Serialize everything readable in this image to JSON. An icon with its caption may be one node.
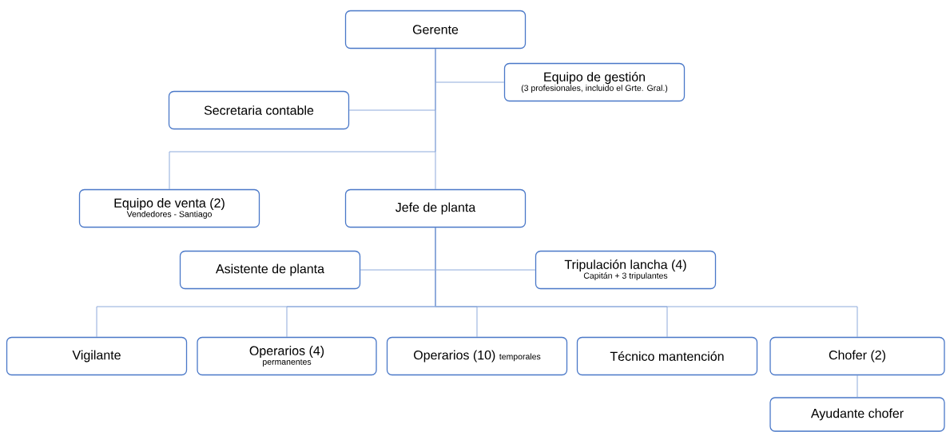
{
  "diagram": {
    "nodes": [
      {
        "text": [
          "Gerente"
        ]
      },
      {
        "text": [
          "Equipo de gestión",
          "(3 profesionales, incluido el Grte. Gral.)"
        ]
      },
      {
        "text": [
          "Secretaria contable"
        ]
      },
      {
        "text": [
          "Equipo de venta (2)",
          "Vendedores - Santiago"
        ]
      },
      {
        "text": [
          "Jefe de planta"
        ]
      },
      {
        "text": [
          "Asistente de planta"
        ]
      },
      {
        "text": [
          "Tripulación lancha (4)",
          "Capitán + 3 tripulantes"
        ]
      },
      {
        "text": [
          "Vigilante"
        ]
      },
      {
        "text": [
          "Operarios (4)",
          "permanentes"
        ]
      },
      {
        "text": [
          "Operarios (10)",
          "temporales"
        ]
      },
      {
        "text": [
          "Técnico mantención"
        ]
      },
      {
        "text": [
          "Chofer (2)"
        ]
      },
      {
        "text": [
          "Ayudante chofer"
        ]
      }
    ],
    "edges": [
      {
        "from": 0,
        "to": 1,
        "arrow": "none"
      },
      {
        "from": 0,
        "to": 2,
        "arrow": "none"
      },
      {
        "from": 0,
        "to": 3,
        "arrow": "none"
      },
      {
        "from": 0,
        "to": 4,
        "arrow": "none"
      },
      {
        "from": 4,
        "to": 5,
        "arrow": "none"
      },
      {
        "from": 4,
        "to": 6,
        "arrow": "none"
      },
      {
        "from": 4,
        "to": 7,
        "arrow": "none"
      },
      {
        "from": 4,
        "to": 8,
        "arrow": "none"
      },
      {
        "from": 4,
        "to": 9,
        "arrow": "none"
      },
      {
        "from": 4,
        "to": 10,
        "arrow": "none"
      },
      {
        "from": 4,
        "to": 11,
        "arrow": "none"
      },
      {
        "from": 11,
        "to": 12,
        "arrow": "none"
      }
    ]
  }
}
